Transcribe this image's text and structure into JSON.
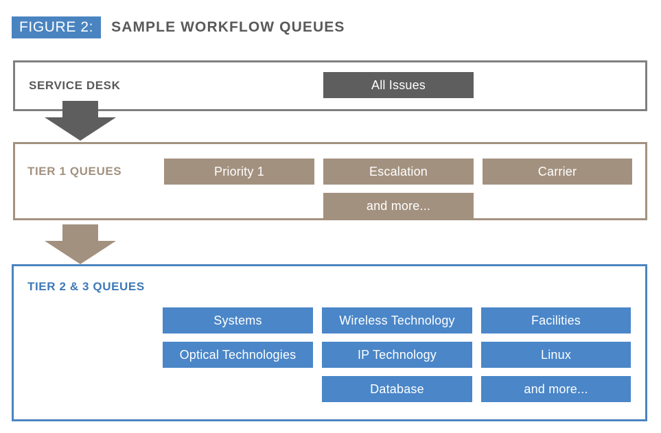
{
  "figure": {
    "badge": "FIGURE 2:",
    "heading": "SAMPLE WORKFLOW QUEUES"
  },
  "colors": {
    "badge_blue": "#4a84c0",
    "heading_gray": "#595959",
    "service_desk_border": "#7f7f7f",
    "service_desk_chip": "#5e5e5e",
    "tier1_border": "#a3917f",
    "tier1_chip": "#a3917f",
    "tier23_border": "#4a84c0",
    "tier23_chip": "#4a86c8",
    "tier23_label": "#3d78b8"
  },
  "sections": {
    "service_desk": {
      "label": "SERVICE DESK",
      "chips": [
        {
          "label": "All Issues",
          "column": 2,
          "row": 1
        }
      ]
    },
    "tier1": {
      "label": "TIER 1 QUEUES",
      "chips": [
        {
          "label": "Priority 1",
          "column": 1,
          "row": 1
        },
        {
          "label": "Escalation",
          "column": 2,
          "row": 1
        },
        {
          "label": "Carrier",
          "column": 3,
          "row": 1
        },
        {
          "label": "and more...",
          "column": 2,
          "row": 2
        }
      ]
    },
    "tier23": {
      "label": "TIER 2 & 3 QUEUES",
      "chips": [
        {
          "label": "Systems",
          "column": 1,
          "row": 1
        },
        {
          "label": "Wireless Technology",
          "column": 2,
          "row": 1
        },
        {
          "label": "Facilities",
          "column": 3,
          "row": 1
        },
        {
          "label": "Optical Technologies",
          "column": 1,
          "row": 2
        },
        {
          "label": "IP Technology",
          "column": 2,
          "row": 2
        },
        {
          "label": "Linux",
          "column": 3,
          "row": 2
        },
        {
          "label": "Database",
          "column": 2,
          "row": 3
        },
        {
          "label": "and more...",
          "column": 3,
          "row": 3
        }
      ]
    }
  },
  "arrows": [
    {
      "name": "service-desk-to-tier1",
      "direction": "down",
      "color": "#5e5e5e"
    },
    {
      "name": "tier1-to-tier23",
      "direction": "down",
      "color": "#a3917f"
    }
  ]
}
